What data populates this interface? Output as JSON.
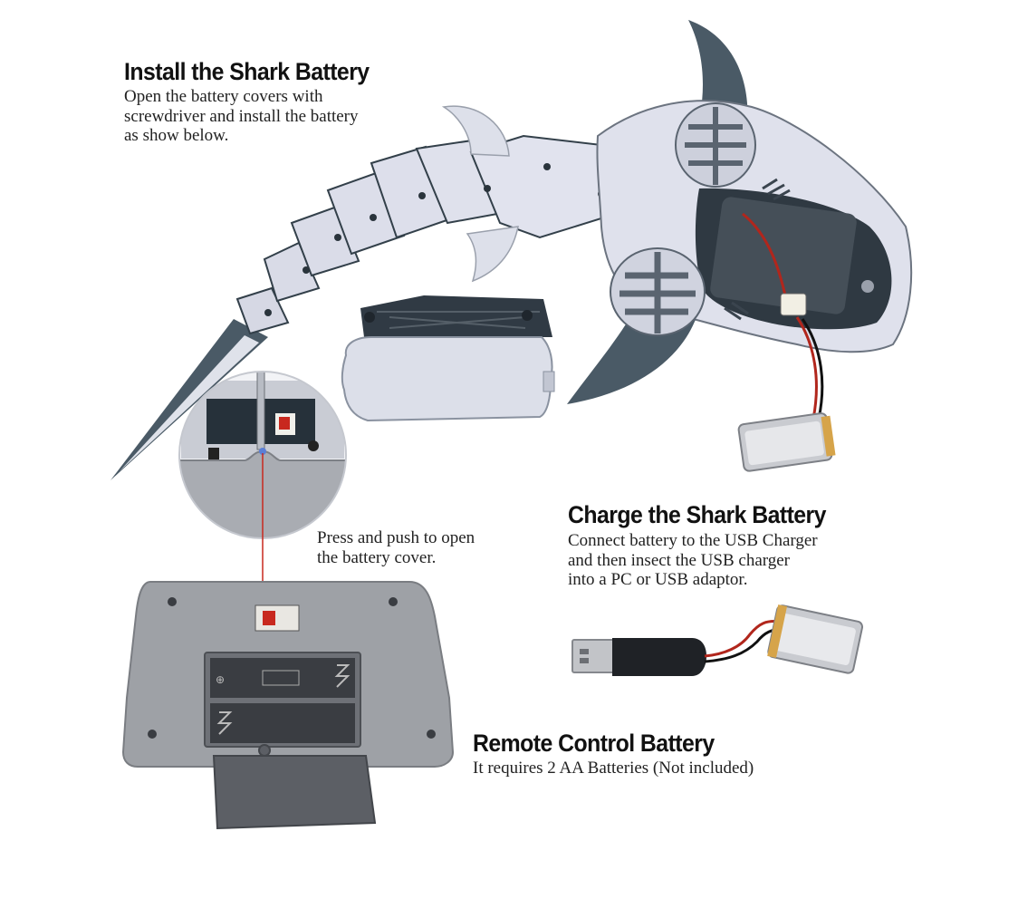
{
  "install": {
    "heading": "Install the Shark Battery",
    "lines": [
      "Open the battery covers with",
      "screwdriver and install the battery",
      "as show below."
    ]
  },
  "press": {
    "lines": [
      "Press and push to open",
      "the battery cover."
    ]
  },
  "charge": {
    "heading": "Charge the Shark Battery",
    "lines": [
      "Connect battery to the USB Charger",
      "and then insect the USB charger",
      "into a PC or USB adaptor."
    ]
  },
  "remote": {
    "heading": "Remote Control Battery",
    "lines": [
      "It requires 2 AA Batteries (Not included)"
    ]
  },
  "colors": {
    "shark_body": "#d7d9e6",
    "shark_fin": "#4a5a66",
    "remote_body": "#9ea1a6",
    "pointer_line": "#c8281e"
  }
}
